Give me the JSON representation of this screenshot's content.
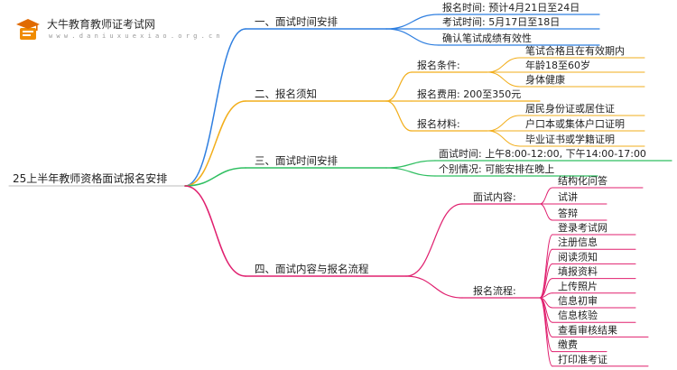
{
  "brand": {
    "name": "大牛教育教师证考试网",
    "url": "w w w . d a n i u x u e x i a o . o r g . c n",
    "logo_icon": "graduation-cap-book-icon",
    "logo_color": "#f08c00"
  },
  "root": {
    "label": "25上半年教师资格面试报名安排"
  },
  "colors": {
    "branch1": "#2f7fe0",
    "branch2": "#f2ae1b",
    "branch3": "#2fbf61",
    "branch4": "#e0206f"
  },
  "branches": [
    {
      "label": "一、面试时间安排",
      "leaves": [
        "报名时间: 预计4月21日至24日",
        "考试时间: 5月17日至18日",
        "确认笔试成绩有效性"
      ]
    },
    {
      "label": "二、报名须知",
      "groups": [
        {
          "label": "报名条件:",
          "leaves": [
            "笔试合格且在有效期内",
            "年龄18至60岁",
            "身体健康"
          ]
        },
        {
          "label": "报名费用: 200至350元",
          "leaves": []
        },
        {
          "label": "报名材料:",
          "leaves": [
            "居民身份证或居住证",
            "户口本或集体户口证明",
            "毕业证书或学籍证明"
          ]
        }
      ]
    },
    {
      "label": "三、面试时间安排",
      "leaves": [
        "面试时间: 上午8:00-12:00, 下午14:00-17:00",
        "个别情况: 可能安排在晚上"
      ]
    },
    {
      "label": "四、面试内容与报名流程",
      "groups": [
        {
          "label": "面试内容:",
          "leaves": [
            "结构化问答",
            "试讲",
            "答辩"
          ]
        },
        {
          "label": "报名流程:",
          "leaves": [
            "登录考试网",
            "注册信息",
            "阅读须知",
            "填报资料",
            "上传照片",
            "信息初审",
            "信息核验",
            "查看审核结果",
            "缴费",
            "打印准考证"
          ]
        }
      ]
    }
  ]
}
